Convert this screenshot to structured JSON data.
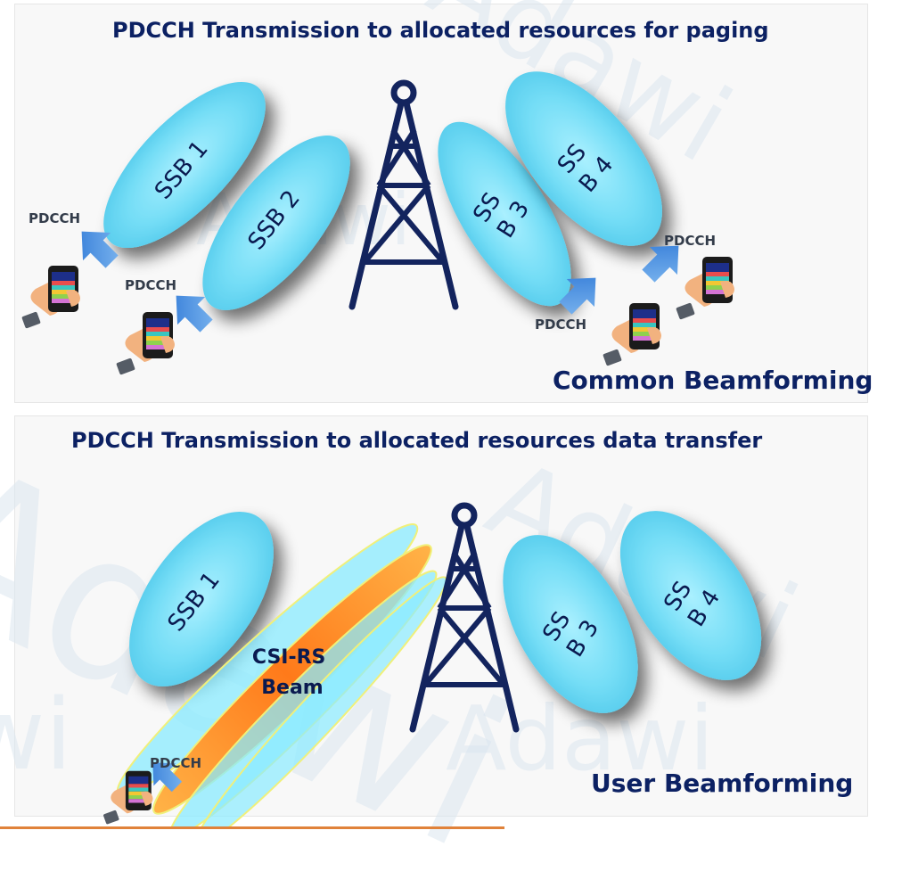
{
  "watermark_text": "Adawi",
  "top_panel": {
    "title": "PDCCH Transmission to allocated resources for paging",
    "subtitle": "Common Beamforming",
    "beams": [
      {
        "lines": [
          "SSB 1"
        ]
      },
      {
        "lines": [
          "SSB 2"
        ]
      },
      {
        "lines": [
          "SS",
          "B 3"
        ]
      },
      {
        "lines": [
          "SS",
          "B 4"
        ]
      }
    ],
    "pdcch_labels": [
      "PDCCH",
      "PDCCH",
      "PDCCH",
      "PDCCH"
    ]
  },
  "bottom_panel": {
    "title": "PDCCH Transmission to allocated resources data transfer",
    "subtitle": "User Beamforming",
    "beams": [
      {
        "lines": [
          "SSB 1"
        ]
      },
      {
        "lines": [
          "SS",
          "B 3"
        ]
      },
      {
        "lines": [
          "SS",
          "B 4"
        ]
      }
    ],
    "csi_label": [
      "CSI-RS",
      "Beam"
    ],
    "pdcch_label": "PDCCH"
  },
  "colors": {
    "title": "#0c2163",
    "tower": "#13245e",
    "ssb_beam": "#7fe3f8",
    "arrow": "#3a86e0",
    "csi_beam": "#ff8a1a",
    "csi_outline": "#f0f07a"
  },
  "icons": [
    "cell-tower-icon",
    "hand-phone-icon",
    "down-arrow-icon"
  ]
}
